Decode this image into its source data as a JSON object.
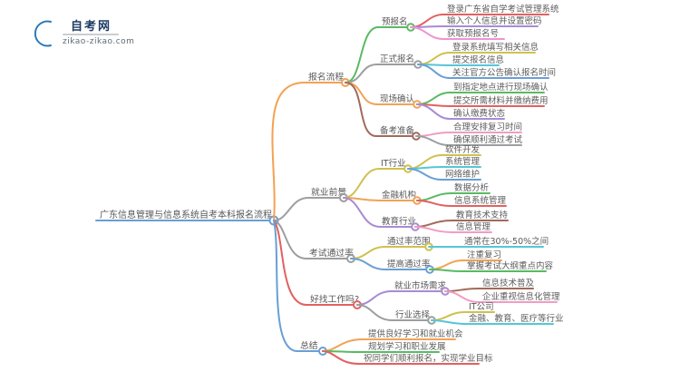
{
  "logo": {
    "title": "自考网",
    "domain": "zikao-zikao.com"
  },
  "colors": {
    "orange": "#f2a254",
    "green": "#5aba63",
    "gray": "#9c9ea1",
    "red": "#e26161",
    "purple": "#a88bd4",
    "magenta": "#ef93d2",
    "yellow": "#cfc14f",
    "cyan": "#56c6d8",
    "blue": "#699fd5",
    "maroon": "#a26a5c",
    "pink": "#f19cc3",
    "logo_blue": "#2d7ab8",
    "logo_red": "#e03e3e"
  },
  "mindmap": {
    "root": "广东信息管理与信息系统自考本科报名流程",
    "branches": [
      {
        "label": "报名流程",
        "children": [
          {
            "label": "预报名",
            "leaves": [
              "登录广东省自学考试管理系统",
              "输入个人信息并设置密码",
              "获取预报名号"
            ]
          },
          {
            "label": "正式报名",
            "leaves": [
              "登录系统填写相关信息",
              "提交报名信息",
              "关注官方公告确认报名时间"
            ]
          },
          {
            "label": "现场确认",
            "leaves": [
              "到指定地点进行现场确认",
              "提交所需材料并缴纳费用",
              "确认缴费状态"
            ]
          },
          {
            "label": "备考准备",
            "leaves": [
              "合理安排复习时间",
              "确保顺利通过考试"
            ]
          }
        ]
      },
      {
        "label": "就业前景",
        "children": [
          {
            "label": "IT行业",
            "leaves": [
              "软件开发",
              "系统管理",
              "网络维护"
            ]
          },
          {
            "label": "金融机构",
            "leaves": [
              "数据分析",
              "信息系统管理"
            ]
          },
          {
            "label": "教育行业",
            "leaves": [
              "教育技术支持",
              "信息管理"
            ]
          }
        ]
      },
      {
        "label": "考试通过率",
        "children": [
          {
            "label": "通过率范围",
            "leaves": [
              "通常在30%-50%之间"
            ]
          },
          {
            "label": "提高通过率",
            "leaves": [
              "注重复习",
              "掌握考试大纲重点内容"
            ]
          }
        ]
      },
      {
        "label": "好找工作吗?",
        "children": [
          {
            "label": "就业市场需求",
            "leaves": [
              "信息技术普及",
              "企业重视信息化管理"
            ]
          },
          {
            "label": "行业选择",
            "leaves": [
              "IT公司",
              "金融、教育、医疗等行业"
            ]
          }
        ]
      },
      {
        "label": "总结",
        "leaves": [
          "提供良好学习和就业机会",
          "规划学习和职业发展",
          "祝同学们顺利报名，实现学业目标"
        ]
      }
    ]
  }
}
